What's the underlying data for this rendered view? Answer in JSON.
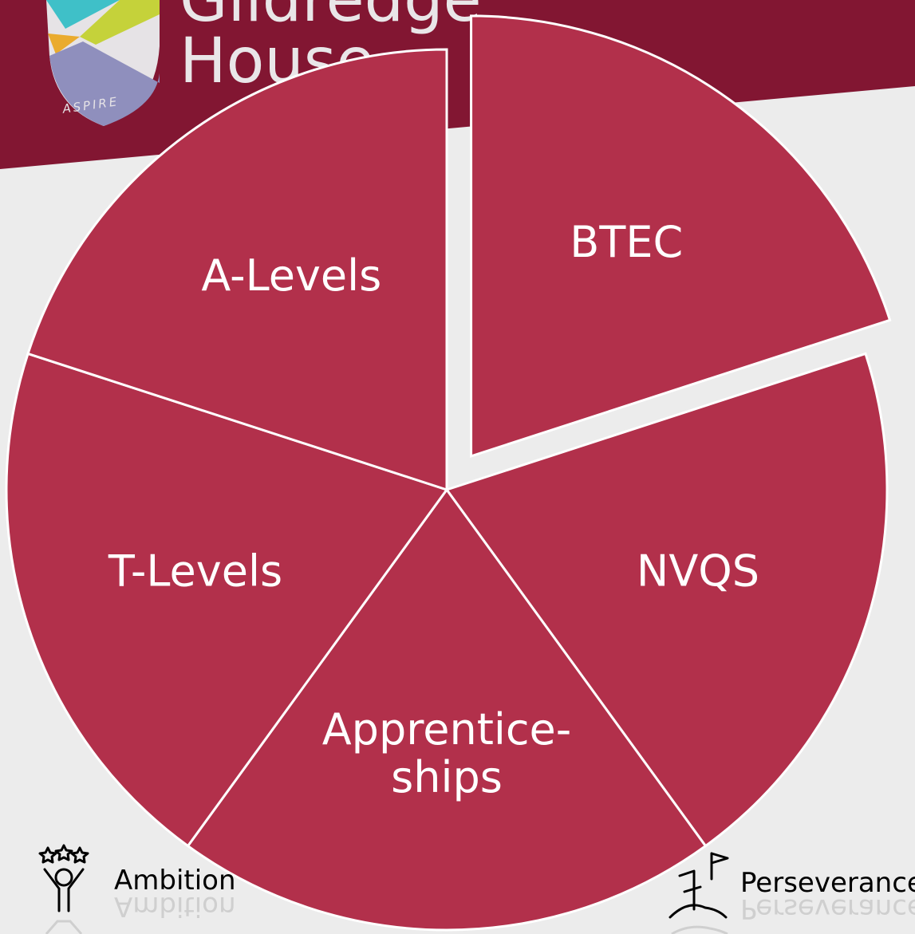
{
  "header": {
    "brand_name": "Gildredge House",
    "brand_line1": "Gildredge",
    "brand_line2": "House",
    "motto": "ASPIRE",
    "band_color": "#821632"
  },
  "chart_data": {
    "type": "pie",
    "title": "",
    "exploded": "BTEC",
    "slice_color": "#b2304b",
    "labels": [
      "BTEC",
      "NVQS",
      "Apprentice-ships",
      "T-Levels",
      "A-Levels"
    ],
    "values": [
      1,
      1,
      1,
      1,
      1
    ],
    "slices": [
      {
        "label_lines": [
          "BTEC"
        ],
        "value": 1,
        "exploded": true
      },
      {
        "label_lines": [
          "NVQS"
        ],
        "value": 1,
        "exploded": false
      },
      {
        "label_lines": [
          "Apprentice-",
          "ships"
        ],
        "value": 1,
        "exploded": false
      },
      {
        "label_lines": [
          "T-Levels"
        ],
        "value": 1,
        "exploded": false
      },
      {
        "label_lines": [
          "A-Levels"
        ],
        "value": 1,
        "exploded": false
      }
    ]
  },
  "footer": {
    "values": [
      {
        "label": "Ambition",
        "icon": "ambition-stars-person-icon"
      },
      {
        "label": "Perseverance",
        "icon": "perseverance-flag-climb-icon"
      }
    ]
  }
}
